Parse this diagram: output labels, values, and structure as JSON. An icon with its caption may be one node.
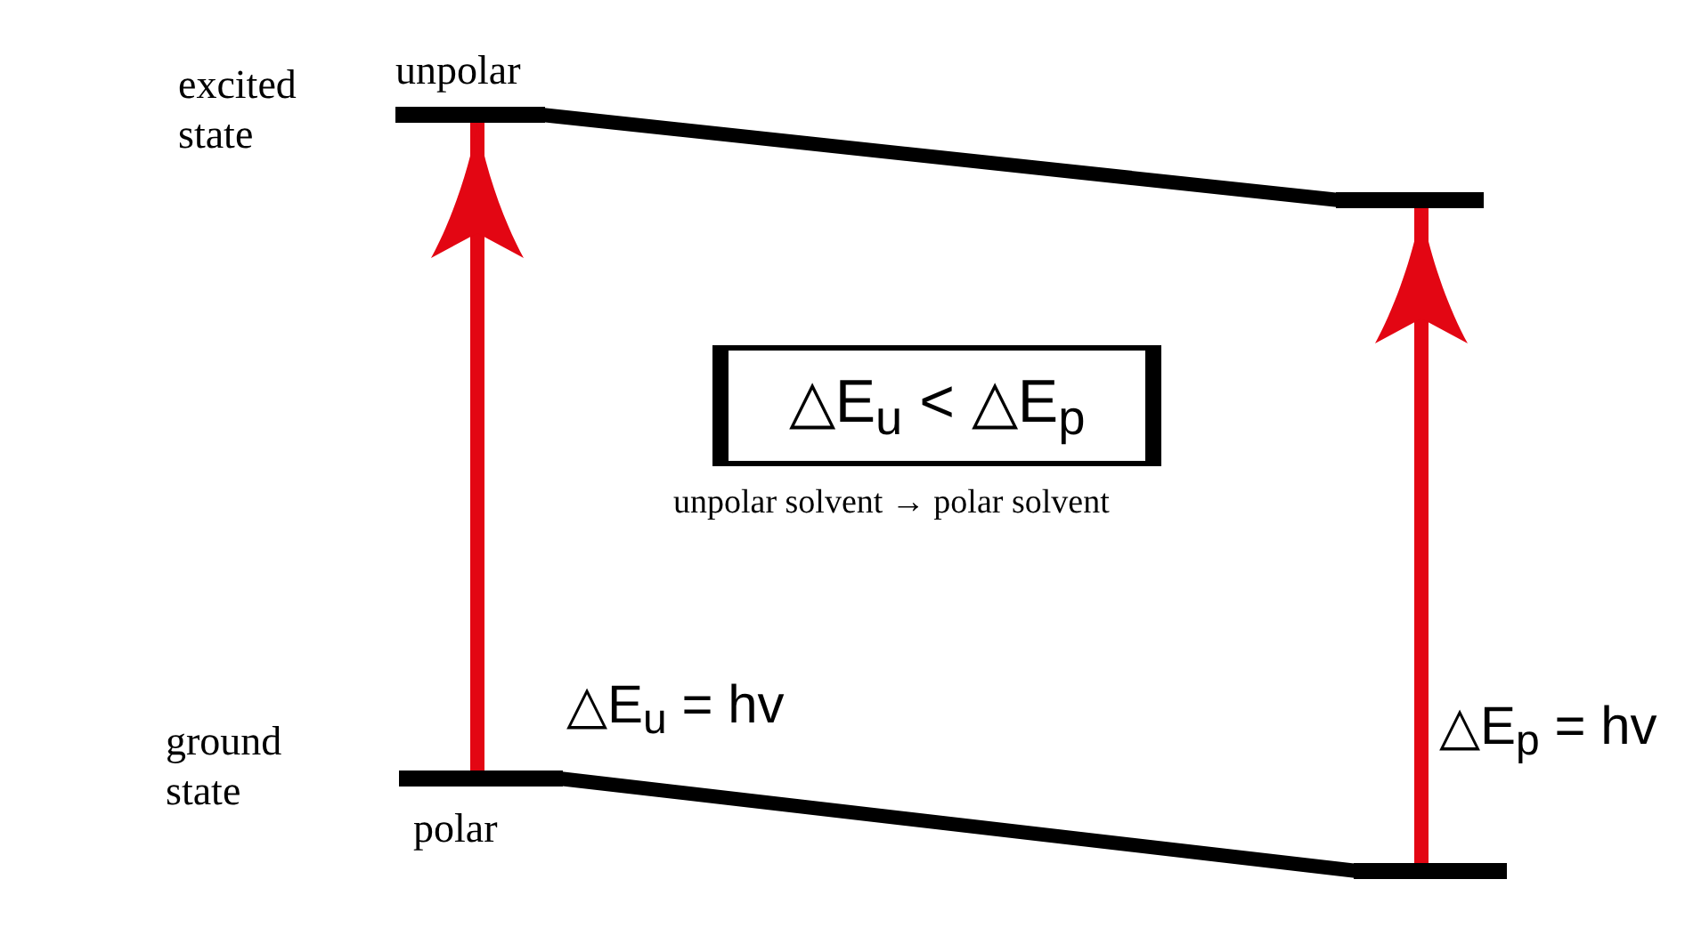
{
  "diagram": {
    "nodes": [
      {
        "text": [],
        "shape": "bar",
        "beside": [
          "unpolar"
        ]
      },
      {
        "text": [],
        "shape": "bar"
      },
      {
        "text": [],
        "shape": "bar",
        "beside": [
          "polar"
        ]
      },
      {
        "text": [],
        "shape": "bar"
      },
      {
        "text": [
          "△E$_{u}$ < △E$_{p}$"
        ]
      }
    ],
    "edges": [
      {
        "from": 0,
        "to": 1,
        "arrow": "none"
      },
      {
        "from": 2,
        "to": 3,
        "arrow": "none"
      },
      {
        "from": 2,
        "to": 0,
        "arrow": "to",
        "label": "△E$_{u}$ = hv",
        "color": "#e30613"
      },
      {
        "from": 3,
        "to": 1,
        "arrow": "to",
        "label": "△E$_{p}$ = hv",
        "color": "#e30613"
      }
    ],
    "labels": [
      "excited state",
      "ground state",
      "unpolar solvent → polar solvent"
    ]
  }
}
